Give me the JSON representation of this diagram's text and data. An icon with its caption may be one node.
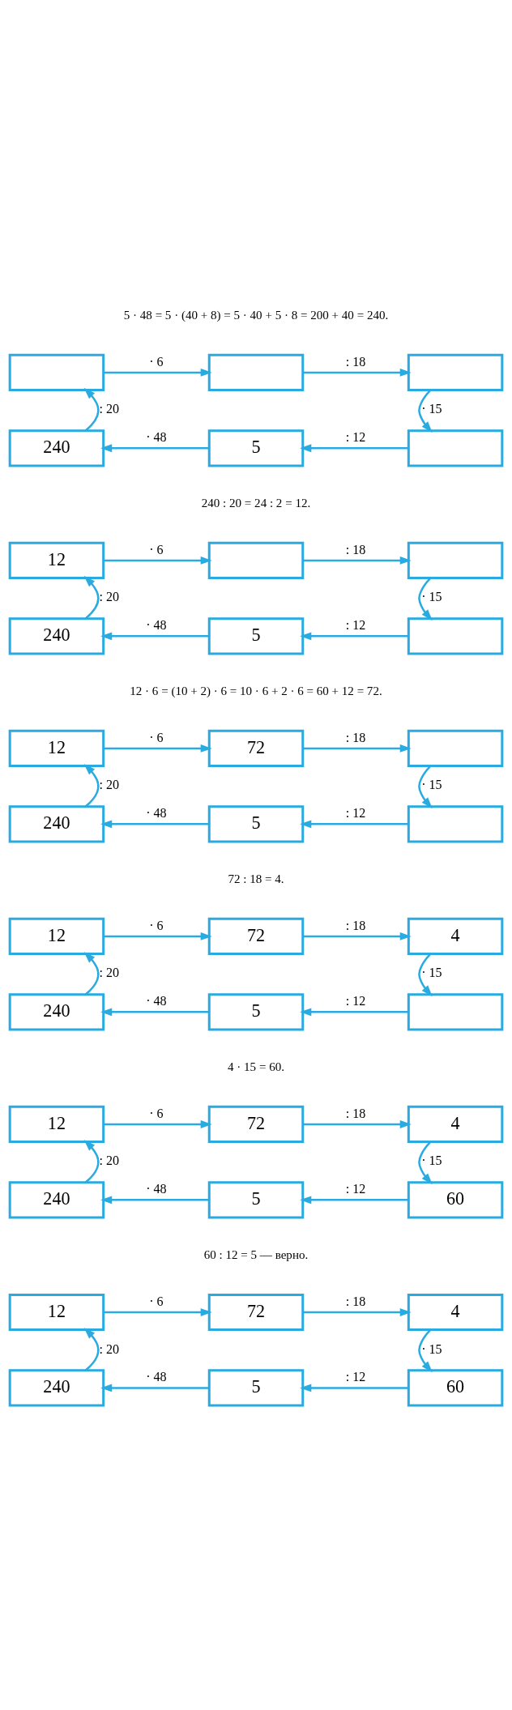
{
  "diagram": {
    "nodes": [
      {
        "text": [],
        "shape": "box"
      },
      {
        "text": [],
        "shape": "box"
      },
      {
        "text": [],
        "shape": "box"
      },
      {
        "text": [
          "240"
        ]
      },
      {
        "text": [
          "5"
        ]
      },
      {
        "text": [],
        "shape": "box"
      },
      {
        "text": [
          "12"
        ]
      },
      {
        "text": [],
        "shape": "box"
      },
      {
        "text": [],
        "shape": "box"
      },
      {
        "text": [
          "240"
        ]
      },
      {
        "text": [
          "5"
        ]
      },
      {
        "text": [],
        "shape": "box"
      },
      {
        "text": [
          "12"
        ]
      },
      {
        "text": [
          "72"
        ]
      },
      {
        "text": [],
        "shape": "box"
      },
      {
        "text": [
          "240"
        ]
      },
      {
        "text": [
          "5"
        ]
      },
      {
        "text": [],
        "shape": "box"
      },
      {
        "text": [
          "12"
        ]
      },
      {
        "text": [
          "72"
        ]
      },
      {
        "text": [
          "4"
        ]
      },
      {
        "text": [
          "240"
        ]
      },
      {
        "text": [
          "5"
        ]
      },
      {
        "text": [],
        "shape": "box"
      },
      {
        "text": [
          "12"
        ]
      },
      {
        "text": [
          "72"
        ]
      },
      {
        "text": [
          "4"
        ]
      },
      {
        "text": [
          "240"
        ]
      },
      {
        "text": [
          "5"
        ]
      },
      {
        "text": [
          "60"
        ]
      },
      {
        "text": [
          "12"
        ]
      },
      {
        "text": [
          "72"
        ]
      },
      {
        "text": [
          "4"
        ]
      },
      {
        "text": [
          "240"
        ]
      },
      {
        "text": [
          "5"
        ]
      },
      {
        "text": [
          "60"
        ]
      }
    ],
    "edges": [
      {
        "from": 0,
        "to": 1,
        "arrow": "to",
        "label": "· 6"
      },
      {
        "from": 1,
        "to": 2,
        "arrow": "to",
        "label": ": 18"
      },
      {
        "from": 2,
        "to": 5,
        "arrow": "to",
        "label": "· 15"
      },
      {
        "from": 5,
        "to": 4,
        "arrow": "to",
        "label": ": 12"
      },
      {
        "from": 4,
        "to": 3,
        "arrow": "to",
        "label": "· 48"
      },
      {
        "from": 3,
        "to": 0,
        "arrow": "to",
        "label": ": 20"
      },
      {
        "from": 6,
        "to": 7,
        "arrow": "to",
        "label": "· 6"
      },
      {
        "from": 7,
        "to": 8,
        "arrow": "to",
        "label": ": 18"
      },
      {
        "from": 8,
        "to": 11,
        "arrow": "to",
        "label": "· 15"
      },
      {
        "from": 11,
        "to": 10,
        "arrow": "to",
        "label": ": 12"
      },
      {
        "from": 10,
        "to": 9,
        "arrow": "to",
        "label": "· 48"
      },
      {
        "from": 9,
        "to": 6,
        "arrow": "to",
        "label": ": 20"
      },
      {
        "from": 12,
        "to": 13,
        "arrow": "to",
        "label": "· 6"
      },
      {
        "from": 13,
        "to": 14,
        "arrow": "to",
        "label": ": 18"
      },
      {
        "from": 14,
        "to": 17,
        "arrow": "to",
        "label": "· 15"
      },
      {
        "from": 17,
        "to": 16,
        "arrow": "to",
        "label": ": 12"
      },
      {
        "from": 16,
        "to": 15,
        "arrow": "to",
        "label": "· 48"
      },
      {
        "from": 15,
        "to": 12,
        "arrow": "to",
        "label": ": 20"
      },
      {
        "from": 18,
        "to": 19,
        "arrow": "to",
        "label": "· 6"
      },
      {
        "from": 19,
        "to": 20,
        "arrow": "to",
        "label": ": 18"
      },
      {
        "from": 20,
        "to": 23,
        "arrow": "to",
        "label": "· 15"
      },
      {
        "from": 23,
        "to": 22,
        "arrow": "to",
        "label": ": 12"
      },
      {
        "from": 22,
        "to": 21,
        "arrow": "to",
        "label": "· 48"
      },
      {
        "from": 21,
        "to": 18,
        "arrow": "to",
        "label": ": 20"
      },
      {
        "from": 24,
        "to": 25,
        "arrow": "to",
        "label": "· 6"
      },
      {
        "from": 25,
        "to": 26,
        "arrow": "to",
        "label": ": 18"
      },
      {
        "from": 26,
        "to": 29,
        "arrow": "to",
        "label": "· 15"
      },
      {
        "from": 29,
        "to": 28,
        "arrow": "to",
        "label": ": 12"
      },
      {
        "from": 28,
        "to": 27,
        "arrow": "to",
        "label": "· 48"
      },
      {
        "from": 27,
        "to": 24,
        "arrow": "to",
        "label": ": 20"
      },
      {
        "from": 30,
        "to": 31,
        "arrow": "to",
        "label": "· 6"
      },
      {
        "from": 31,
        "to": 32,
        "arrow": "to",
        "label": ": 18"
      },
      {
        "from": 32,
        "to": 35,
        "arrow": "to",
        "label": "· 15"
      },
      {
        "from": 35,
        "to": 34,
        "arrow": "to",
        "label": ": 12"
      },
      {
        "from": 34,
        "to": 33,
        "arrow": "to",
        "label": "· 48"
      },
      {
        "from": 33,
        "to": 30,
        "arrow": "to",
        "label": ": 20"
      }
    ],
    "labels": [
      "5 · 48 = 5 · (40 + 8) = 5 · 40 + 5 · 8 = 200 + 40 = 240.",
      "240 : 20 = 24 : 2 = 12.",
      "12 · 6 = (10 + 2) · 6 = 10 · 6 + 2 · 6 = 60 + 12 = 72.",
      "72 : 18 = 4.",
      "4 · 15 = 60.",
      "60 : 12 = 5 — верно."
    ]
  }
}
